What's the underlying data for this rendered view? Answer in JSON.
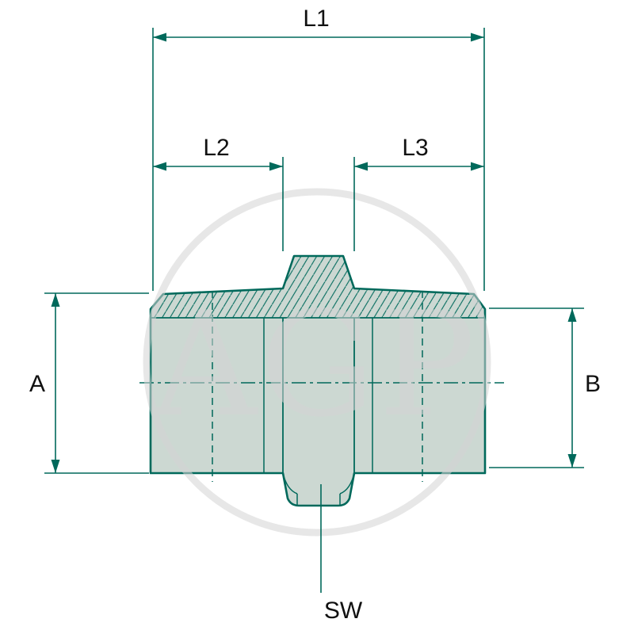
{
  "labels": {
    "l1": "L1",
    "l2": "L2",
    "l3": "L3",
    "a": "A",
    "b": "B",
    "sw": "SW"
  },
  "watermark": {
    "text": "AGP"
  },
  "colors": {
    "line": "#00695b",
    "body_fill": "#ccd8d2",
    "watermark": "#d4d4d4",
    "label_text": "#111111",
    "background": "#ffffff"
  }
}
